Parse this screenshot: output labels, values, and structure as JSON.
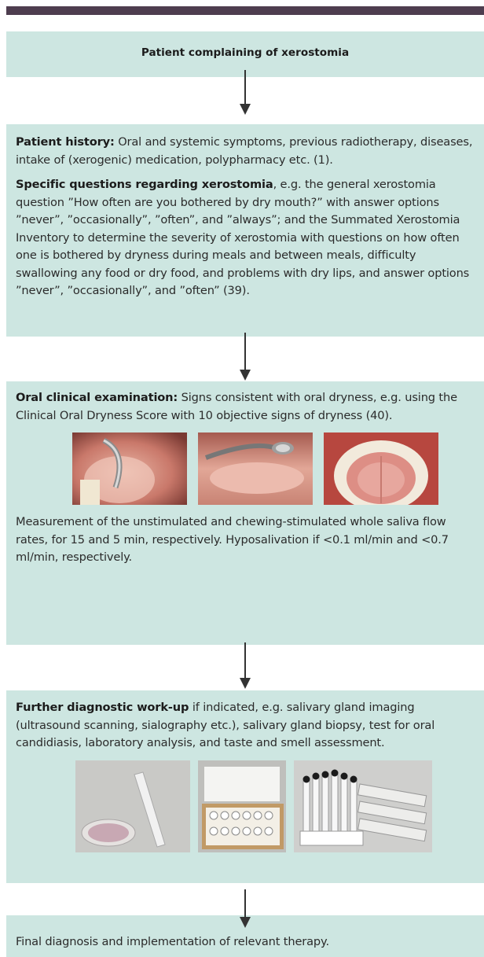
{
  "box1": {
    "title": "Patient complaining of xerostomia"
  },
  "box2": {
    "p1_bold": "Patient history:",
    "p1_text": " Oral and systemic symptoms, previous radiotherapy, diseases, intake of (xerogenic) medication, polypharmacy etc. (1).",
    "p2_bold": "Specific questions regarding xerostomia",
    "p2_text": ", e.g. the general xerostomia question ”How often are you bothered by dry mouth?” with answer options ”never”, ”occasionally”, ”often”, and ”always”; and the Summated Xerostomia Inventory to determine the severity of xerostomia with questions on how often one is bothered by dryness during meals and between meals, difficulty swallowing any food or dry food, and problems with dry lips, and answer options ”never”, ”occasionally”, and ”often” (39)."
  },
  "box3": {
    "p1_bold": "Oral clinical examination:",
    "p1_text": " Signs consistent with oral dryness, e.g. using the Clinical Oral Dryness Score with 10 objective signs of dryness (40).",
    "p2_text": "Measurement of the unstimulated and chewing-stimulated whole saliva flow rates, for 15 and 5 min, respectively. Hyposalivation if <0.1 ml/min and <0.7 ml/min, respectively."
  },
  "box4": {
    "p1_bold": "Further diagnostic work-up",
    "p1_text": " if indicated, e.g. salivary gland imaging (ultrasound scanning, sialography etc.), salivary gland biopsy, test for oral candidiasis, laboratory analysis, and taste and smell assessment."
  },
  "final": {
    "text": "Final diagnosis and implementation of relevant therapy."
  },
  "colors": {
    "box_fill": "#cde6e1",
    "top_bar": "#4e3d4f",
    "arrow": "#333333"
  }
}
